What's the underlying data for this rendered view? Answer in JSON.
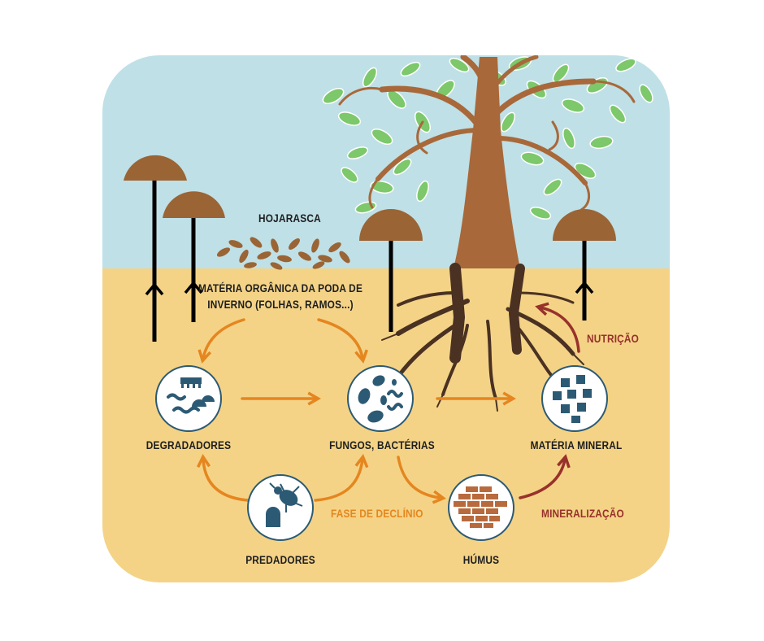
{
  "labels": {
    "hojarasca": "HOJARASCA",
    "materia_organica_line1": "MATÉRIA ORGÂNICA DA PODA DE",
    "materia_organica_line2": "INVERNO (FOLHAS, RAMOS...)",
    "degradadores": "DEGRADADORES",
    "fungos_bacterias": "FUNGOS, BACTÉRIAS",
    "materia_mineral": "MATÉRIA MINERAL",
    "predadores": "PREDADORES",
    "humus": "HÚMUS",
    "fase_declinio": "FASE DE DECLÍNIO",
    "mineralizacao": "MINERALIZAÇÃO",
    "nutricao": "NUTRIÇÃO"
  },
  "nodes": [
    {
      "id": "degradadores",
      "icon": "worms-icon"
    },
    {
      "id": "fungos-bacterias",
      "icon": "microbes-icon"
    },
    {
      "id": "materia-mineral",
      "icon": "mineral-squares-icon"
    },
    {
      "id": "predadores",
      "icon": "beetle-icon"
    },
    {
      "id": "humus",
      "icon": "bricks-icon"
    }
  ],
  "colors": {
    "sky": "#bfe0e6",
    "soil": "#f4d387",
    "mushroom_cap": "#9a6435",
    "trunk": "#a8683a",
    "roots": "#4a3122",
    "leaf": "#7cc86a",
    "orange_arrow": "#e5861f",
    "red_arrow": "#98312b",
    "node_circle": "#2c5a74",
    "humus_brick": "#b86a3d"
  }
}
